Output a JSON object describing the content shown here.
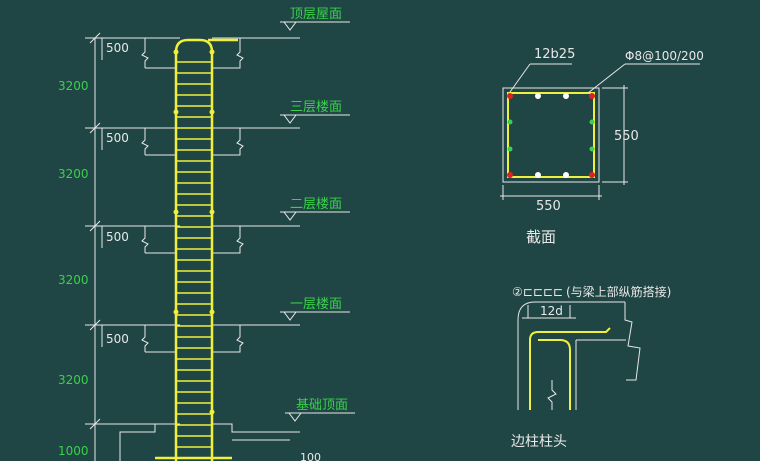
{
  "colors": {
    "background": "#1f4544",
    "rebar": "#f0f03c",
    "dimension": "#39d24a",
    "structure": "#e8e8e8",
    "label": "#39d24a",
    "stirrup_ring": "#9b7bff",
    "corner_bar": "#e02020",
    "middle_bar": "#ffffff"
  },
  "elevation": {
    "floor_labels": [
      "顶层屋面",
      "三层楼面",
      "二层楼面",
      "一层楼面",
      "基础顶面"
    ],
    "story_heights": [
      "3200",
      "3200",
      "3200",
      "3200",
      "1000"
    ],
    "top_dims": [
      "500",
      "500",
      "500",
      "500"
    ],
    "bottom_dim": "100"
  },
  "section": {
    "bar_label": "12b25",
    "stirrup_label": "Φ8@100/200",
    "width": "550",
    "height": "550",
    "caption": "截面"
  },
  "column_head": {
    "note": "(与梁上部纵筋搭接)",
    "note_prefix": "②⊏⊏⊏⊏",
    "anchor_dim": "12d",
    "caption": "边柱柱头"
  }
}
